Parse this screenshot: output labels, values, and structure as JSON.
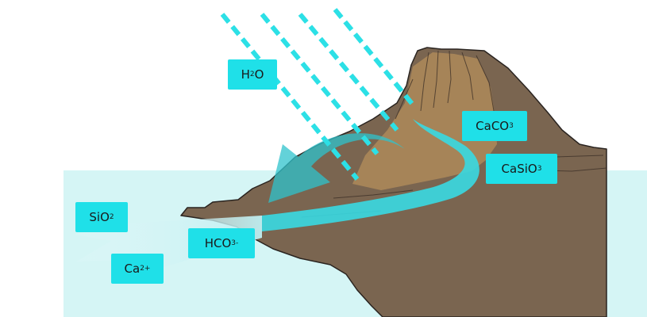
{
  "labels": {
    "h2o": {
      "base": "H",
      "sub": "2",
      "tail": "O"
    },
    "caco3": {
      "base": "CaCO",
      "sub": "3"
    },
    "casio3": {
      "base": "CaSiO",
      "sub": "3"
    },
    "sio2": {
      "base": "SiO",
      "sub": "2"
    },
    "hco3": {
      "base": "HCO",
      "sub": "3",
      "sup": "-"
    },
    "ca2plus": {
      "base": "Ca",
      "sup": "2+"
    }
  },
  "colors": {
    "label_fill": "#1fe0e8",
    "rain": "#2ce0e6",
    "water": "#d5f5f5",
    "rock_dark": "#7a6550",
    "rock_light": "#a98658",
    "outline": "#2a2420"
  }
}
